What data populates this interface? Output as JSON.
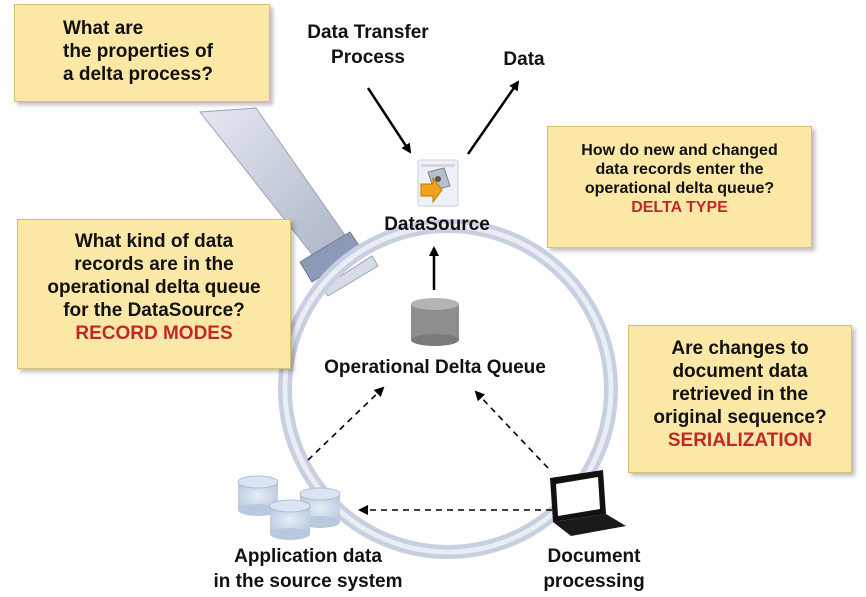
{
  "callouts": {
    "delta_process": {
      "lines": [
        "What are",
        "the properties of",
        "a delta process?"
      ]
    },
    "record_modes": {
      "lines": [
        "What kind of data",
        "records are in the",
        "operational delta queue",
        "for the DataSource?"
      ],
      "key": "RECORD MODES"
    },
    "delta_type": {
      "lines": [
        "How do new and changed",
        "data records enter the",
        "operational delta queue?"
      ],
      "key": "DELTA TYPE"
    },
    "serialization": {
      "lines": [
        "Are changes to",
        "document data",
        "retrieved in the",
        "original sequence?"
      ],
      "key": "SERIALIZATION"
    }
  },
  "labels": {
    "data_transfer_process": [
      "Data Transfer",
      "Process"
    ],
    "data": "Data",
    "datasource": "DataSource",
    "operational_delta_queue": "Operational Delta Queue",
    "application_data": [
      "Application data",
      "in the source system"
    ],
    "document_processing": [
      "Document",
      "processing"
    ]
  },
  "icons": [
    "datasource-icon",
    "database-icon",
    "application-databases-icon",
    "laptop-icon",
    "magnifier-icon"
  ],
  "colors": {
    "callout_fill": "#fbe8a6",
    "key_text": "#c0292a",
    "lens_ring": "#c7cfe0"
  }
}
